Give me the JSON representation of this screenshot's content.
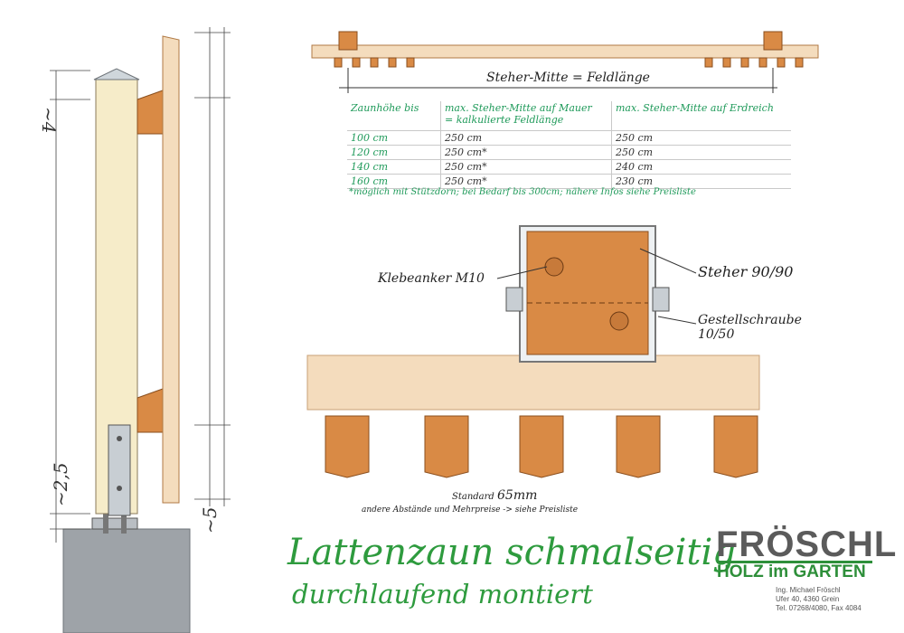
{
  "diagram": {
    "heading": "Steher-Mitte = Feldlänge",
    "table": {
      "headers": [
        "Zaunhöhe bis",
        "max. Steher-Mitte auf Mauer\n= kalkulierte Feldlänge",
        "max. Steher-Mitte auf Erdreich"
      ],
      "rows": [
        [
          "100 cm",
          "250 cm",
          "250 cm"
        ],
        [
          "120 cm",
          "250 cm*",
          "250 cm"
        ],
        [
          "140 cm",
          "250 cm*",
          "240 cm"
        ],
        [
          "160 cm",
          "250 cm*",
          "230 cm"
        ]
      ]
    },
    "footnote": "*möglich mit Stützdorn; bei Bedarf bis 300cm; nähere Infos siehe Preisliste",
    "labels": {
      "klebeanker": "Klebeanker M10",
      "steher": "Steher 90/90",
      "gestell1": "Gestellschraube",
      "gestell2": "10/50",
      "standard_prefix": "Standard",
      "standard_value": "65mm",
      "abstaende": "andere Abstände und Mehrpreise -> siehe Preisliste",
      "dim_top": "~4",
      "dim_bottom_left": "~2,5",
      "dim_bottom_right": "~5"
    },
    "title_line1": "Lattenzaun schmalseitig",
    "title_line2": "durchlaufend montiert"
  },
  "brand": {
    "name": "FRÖSCHL",
    "tagline": "HOLZ im GARTEN",
    "address": [
      "Ing. Michael Fröschl",
      "Ufer 40, 4360 Grein",
      "Tel. 07268/4080, Fax 4084"
    ]
  },
  "colors": {
    "wood_light": "#f4dcbd",
    "wood_dark": "#d98a45",
    "post_cream": "#f6ecc9",
    "concrete": "#9aa0a6",
    "accent_green": "#2e9b3e"
  }
}
